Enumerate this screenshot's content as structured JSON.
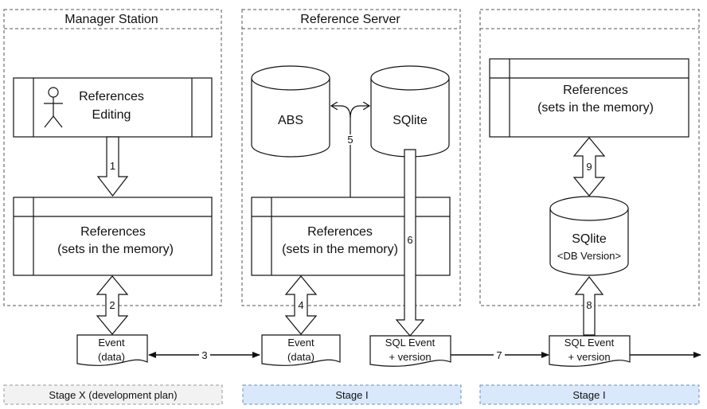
{
  "columns": [
    {
      "title": "Manager Station"
    },
    {
      "title": "Reference Server"
    },
    {
      "title": ""
    }
  ],
  "nodes": {
    "ref_editing": {
      "line1": "References",
      "line2": "Editing"
    },
    "mem_manager": {
      "line1": "References",
      "line2": "(sets in the memory)"
    },
    "mem_server": {
      "line1": "References",
      "line2": "(sets in the memory)"
    },
    "mem_right": {
      "line1": "References",
      "line2": "(sets in the memory)"
    },
    "abs_db": {
      "label": "ABS"
    },
    "sqlite_server": {
      "label": "SQlite"
    },
    "sqlite_right": {
      "line1": "SQlite",
      "line2": "<DB Version>"
    },
    "event_manager": {
      "line1": "Event",
      "line2": "(data)"
    },
    "event_server": {
      "line1": "Event",
      "line2": "(data)"
    },
    "sql_event_server": {
      "line1": "SQL Event",
      "line2": "+ version"
    },
    "sql_event_right": {
      "line1": "SQL Event",
      "line2": "+ version"
    }
  },
  "steps": [
    "1",
    "2",
    "3",
    "4",
    "5",
    "6",
    "7",
    "8",
    "9"
  ],
  "stages": [
    {
      "label": "Stage X (development plan)"
    },
    {
      "label": "Stage I"
    },
    {
      "label": "Stage I"
    }
  ],
  "colors": {
    "stage_x_fill": "#f2f2f2",
    "stage_i_fill": "#dae8fc",
    "stage_i_border": "#6c8ebf",
    "stroke": "#111111"
  }
}
